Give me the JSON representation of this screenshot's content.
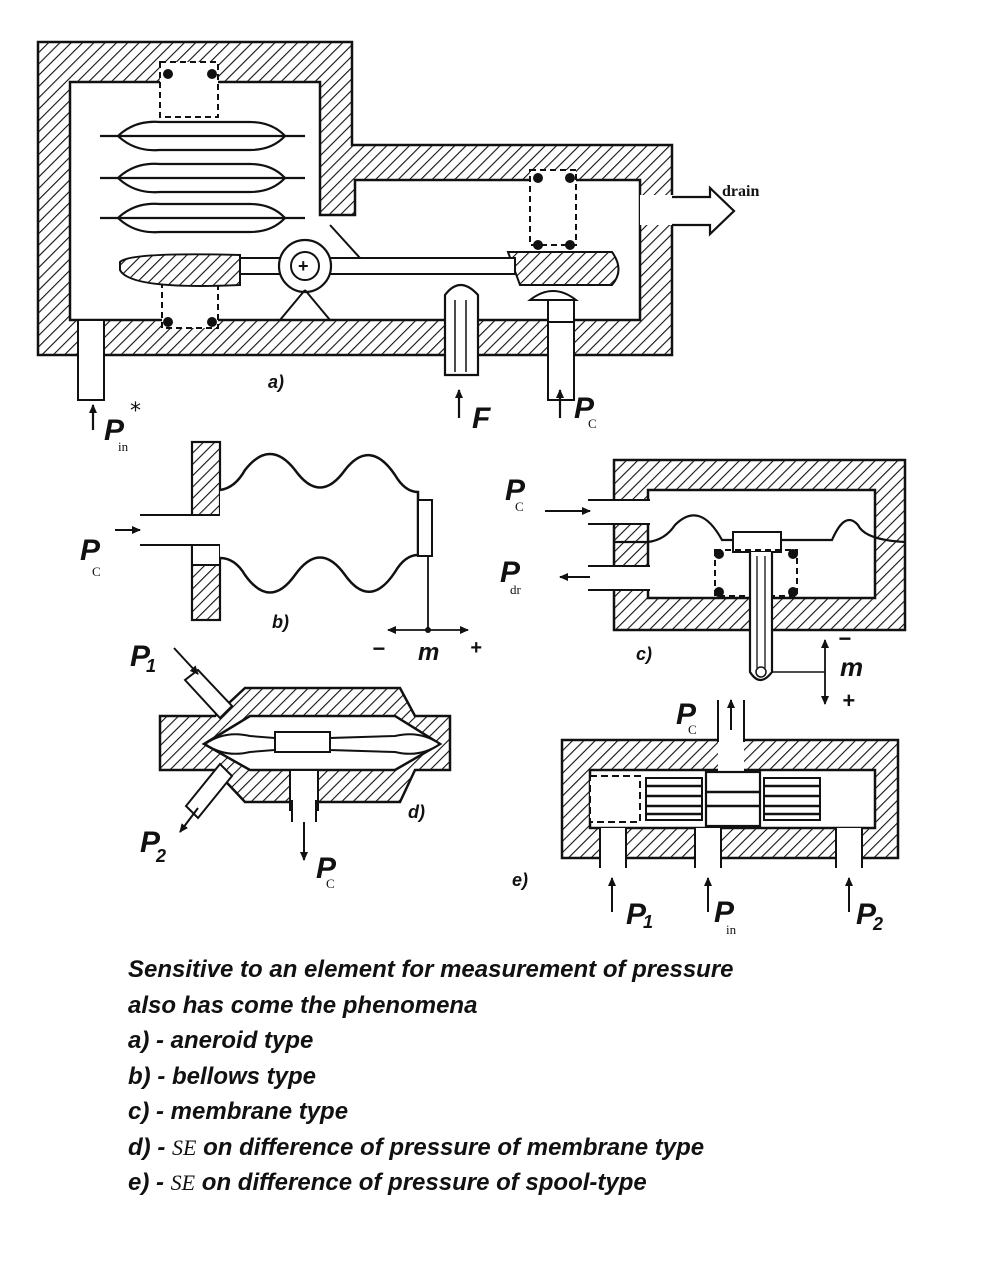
{
  "labels": {
    "drain": "drain",
    "a": "a)",
    "b": "b)",
    "c": "c)",
    "d": "d)",
    "e": "e)",
    "p_symbol": "P",
    "p1": "P1",
    "p2": "P2",
    "sub_in": "in",
    "sub_c": "C",
    "sub_dr": "dr",
    "F": "F",
    "m": "m",
    "minus": "−",
    "plus": "+",
    "asterisk": "*",
    "p_one": "1",
    "p_two": "2"
  },
  "caption": {
    "line1": "Sensitive to an element for measurement of pressure",
    "line2": "also has come the phenomena",
    "line3": "a) - aneroid type",
    "line4": "b) - bellows type",
    "line5": "c) - membrane type",
    "line6_pre": "d) - ",
    "line6_se": "SE",
    "line6_post": " on difference of pressure of membrane type",
    "line7_pre": "e) - ",
    "line7_se": "SE",
    "line7_post": " on difference of pressure of spool-type"
  }
}
